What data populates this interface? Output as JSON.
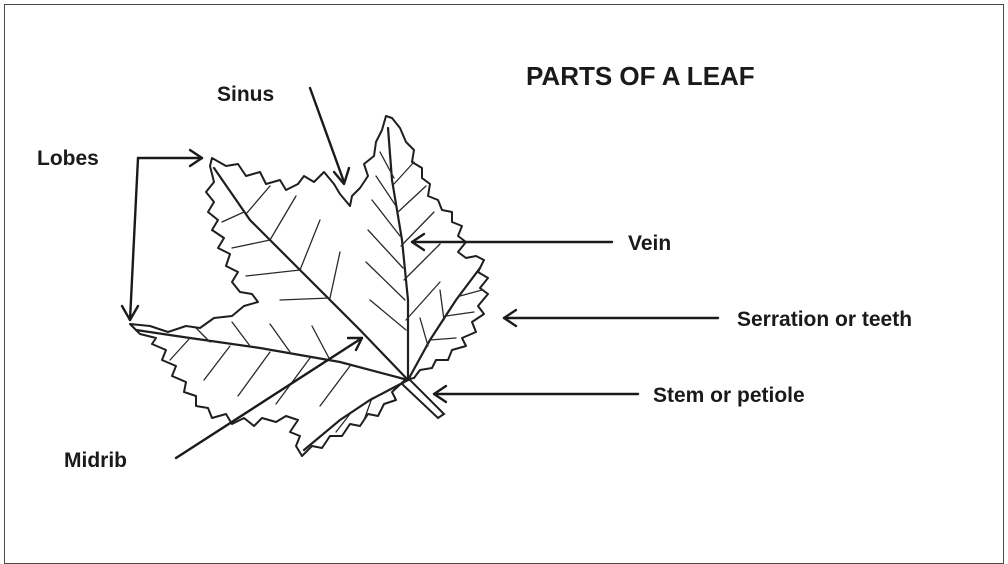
{
  "title": "PARTS OF A LEAF",
  "labels": {
    "sinus": "Sinus",
    "lobes": "Lobes",
    "vein": "Vein",
    "serration": "Serration or teeth",
    "stem": "Stem or petiole",
    "midrib": "Midrib"
  },
  "colors": {
    "ink": "#1a1a1a",
    "background": "#ffffff",
    "border": "#4a4a4a"
  }
}
